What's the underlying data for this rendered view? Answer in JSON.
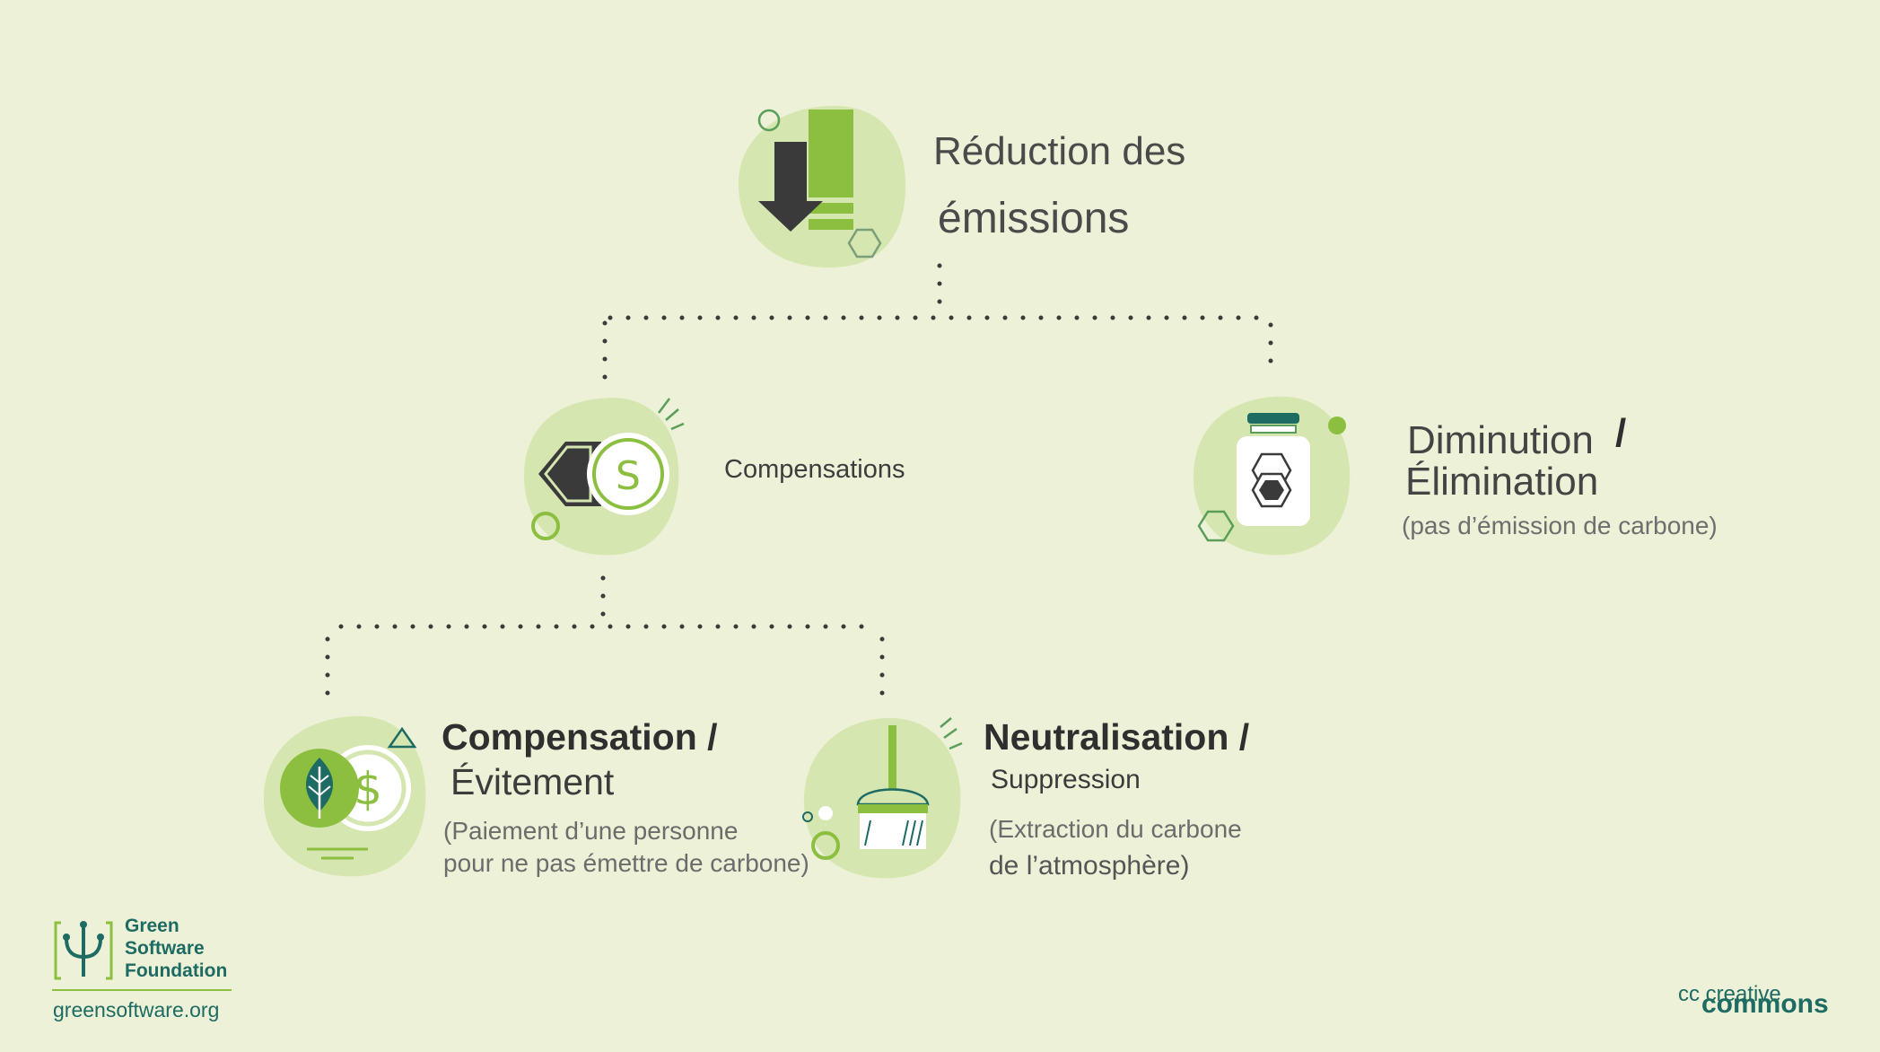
{
  "diagram": {
    "top": {
      "line1": "Réduction des",
      "line2": "émissions"
    },
    "compensations": {
      "label": "Compensations"
    },
    "diminution": {
      "line1": "Diminution",
      "slash": "/",
      "line2": "Élimination",
      "description": "(pas d’émission de carbone)"
    },
    "compensation": {
      "title": "Compensation /",
      "subtitle": "Évitement",
      "desc_line1": "(Paiement d’une personne",
      "desc_line2": "pour ne pas émettre de carbone)"
    },
    "neutralisation": {
      "title": "Neutralisation /",
      "subtitle": "Suppression",
      "desc_line1": "(Extraction du carbone",
      "desc_line2": "de l’atmosphère)"
    }
  },
  "footer": {
    "logo_line1": "Green",
    "logo_line2": "Software",
    "logo_line3": "Foundation",
    "url": "greensoftware.org",
    "license_small": "cc creative",
    "license_bold": "commons"
  },
  "colors": {
    "background": "#ecf1d7",
    "blob": "#d6e6b0",
    "accent_green": "#8cbf3f",
    "dark_teal": "#1d6b62",
    "dark_gray": "#3b3b3b"
  }
}
